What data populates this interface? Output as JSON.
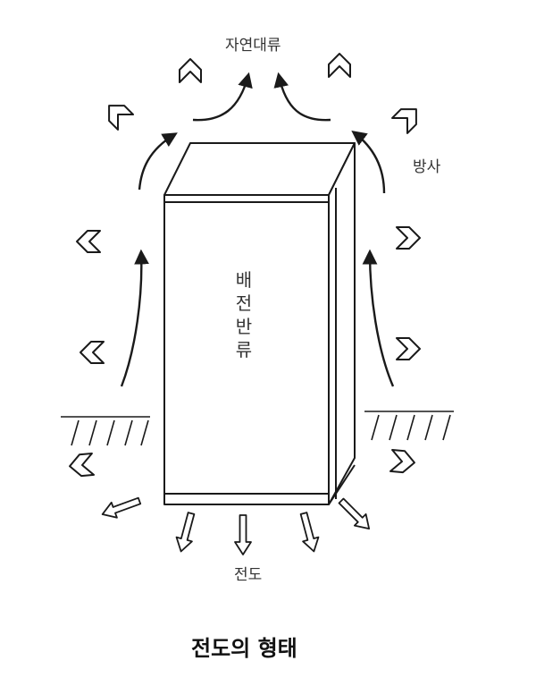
{
  "labels": {
    "convection": "자연대류",
    "radiation": "방사",
    "panel": "배전반류",
    "conduction": "전도"
  },
  "caption": "전도의 형태",
  "colors": {
    "stroke": "#1a1a1a",
    "background": "#ffffff"
  }
}
